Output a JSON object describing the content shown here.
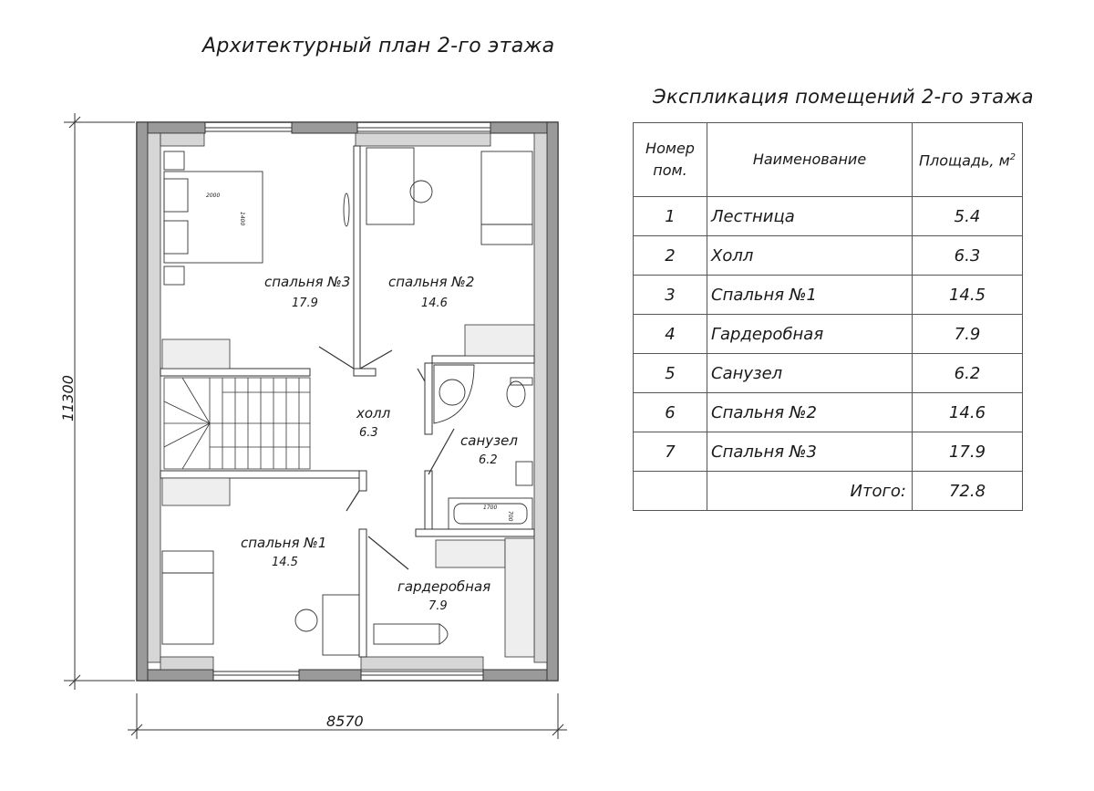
{
  "plan": {
    "title": "Архитектурный план 2-го этажа",
    "dimension_width": "8570",
    "dimension_height": "11300",
    "rooms": [
      {
        "name": "спальня №3",
        "area": "17.9"
      },
      {
        "name": "спальня №2",
        "area": "14.6"
      },
      {
        "name": "холл",
        "area": "6.3"
      },
      {
        "name": "санузел",
        "area": "6.2"
      },
      {
        "name": "спальня №1",
        "area": "14.5"
      },
      {
        "name": "гардеробная",
        "area": "7.9"
      }
    ],
    "furniture_labels": {
      "bed3_width": "2000",
      "bed3_length": "1400",
      "bath_length": "1700",
      "bath_width": "700"
    }
  },
  "explication": {
    "title": "Экспликация помещений 2-го этажа",
    "headers": {
      "number": "Номер пом.",
      "name": "Наименование",
      "area": "Площадь, м",
      "area_unit_sup": "2"
    },
    "rows": [
      {
        "num": "1",
        "name": "Лестница",
        "area": "5.4"
      },
      {
        "num": "2",
        "name": "Холл",
        "area": "6.3"
      },
      {
        "num": "3",
        "name": "Спальня №1",
        "area": "14.5"
      },
      {
        "num": "4",
        "name": "Гардеробная",
        "area": "7.9"
      },
      {
        "num": "5",
        "name": "Санузел",
        "area": "6.2"
      },
      {
        "num": "6",
        "name": "Спальня №2",
        "area": "14.6"
      },
      {
        "num": "7",
        "name": "Спальня №3",
        "area": "17.9"
      }
    ],
    "total_label": "Итого:",
    "total_value": "72.8"
  }
}
